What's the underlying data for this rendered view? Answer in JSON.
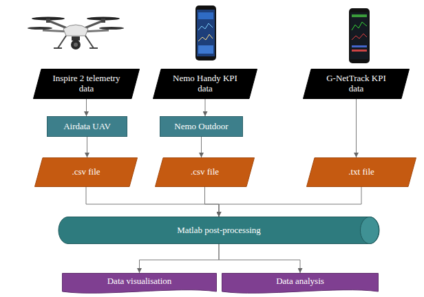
{
  "diagram": {
    "nodes": [
      {
        "text": [
          "Inspire 2 telemetry data"
        ]
      },
      {
        "text": [
          "Nemo Handy KPI data"
        ]
      },
      {
        "text": [
          "G-NetTrack KPI data"
        ]
      },
      {
        "text": [
          "Airdata UAV"
        ]
      },
      {
        "text": [
          "Nemo Outdoor"
        ]
      },
      {
        "text": [
          ".csv file"
        ]
      },
      {
        "text": [
          ".csv file"
        ]
      },
      {
        "text": [
          ".txt file"
        ]
      },
      {
        "text": [
          "Matlab post-processing"
        ]
      },
      {
        "text": [
          "Data visualisation"
        ]
      },
      {
        "text": [
          "Data analysis"
        ]
      }
    ],
    "edges": [
      {
        "from": 0,
        "to": 3,
        "arrow": "to"
      },
      {
        "from": 1,
        "to": 4,
        "arrow": "to"
      },
      {
        "from": 3,
        "to": 5,
        "arrow": "to"
      },
      {
        "from": 4,
        "to": 6,
        "arrow": "to"
      },
      {
        "from": 2,
        "to": 7,
        "arrow": "to"
      },
      {
        "from": 5,
        "to": 8,
        "arrow": "to"
      },
      {
        "from": 6,
        "to": 8,
        "arrow": "to"
      },
      {
        "from": 7,
        "to": 8,
        "arrow": "to"
      },
      {
        "from": 8,
        "to": 9,
        "arrow": "to"
      },
      {
        "from": 8,
        "to": 10,
        "arrow": "to"
      }
    ]
  }
}
